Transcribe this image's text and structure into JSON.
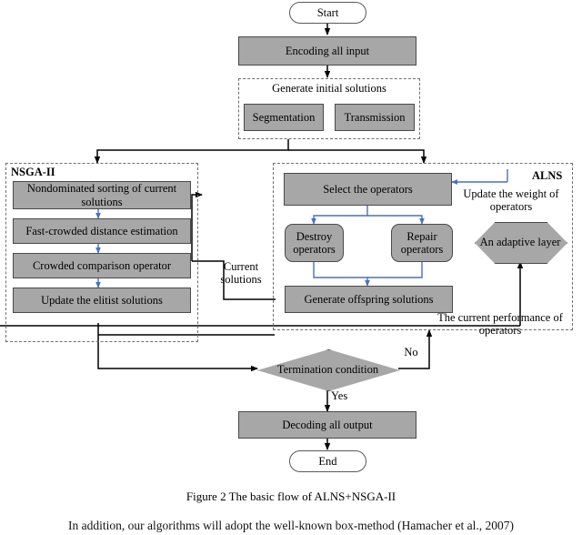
{
  "figure": {
    "caption": "Figure 2 The basic flow of ALNS+NSGA-II",
    "body_text": "In addition, our algorithms will adopt the well-known box-method (Hamacher et al., 2007)"
  },
  "colors": {
    "node_fill": "#a7a7a7",
    "node_stroke": "#4a4a4a",
    "blue_arrow": "#4472c4",
    "black_arrow": "#000000",
    "dashed_group": "#6e6e6e"
  },
  "nodes": {
    "start": "Start",
    "encoding": "Encoding all input",
    "generate_initial_label": "Generate initial solutions",
    "segmentation": "Segmentation",
    "transmission": "Transmission",
    "nsga_label": "NSGA-II",
    "nondominated": "Nondominated sorting of current solutions",
    "fast_crowded": "Fast-crowded distance estimation",
    "crowded_comparison": "Crowded comparison operator",
    "update_elitist": "Update the elitist solutions",
    "alns_label": "ALNS",
    "select_operators": "Select the operators",
    "destroy_operators": "Destroy operators",
    "repair_operators": "Repair operators",
    "generate_offspring": "Generate offspring solutions",
    "adaptive_layer": "An adaptive layer",
    "termination": "Termination condition",
    "decoding": "Decoding all output",
    "end": "End"
  },
  "edge_labels": {
    "current_solutions": "Current solutions",
    "update_weight": "Update the weight of operators",
    "current_performance": "The current performance of operators",
    "no": "No",
    "yes": "Yes"
  }
}
